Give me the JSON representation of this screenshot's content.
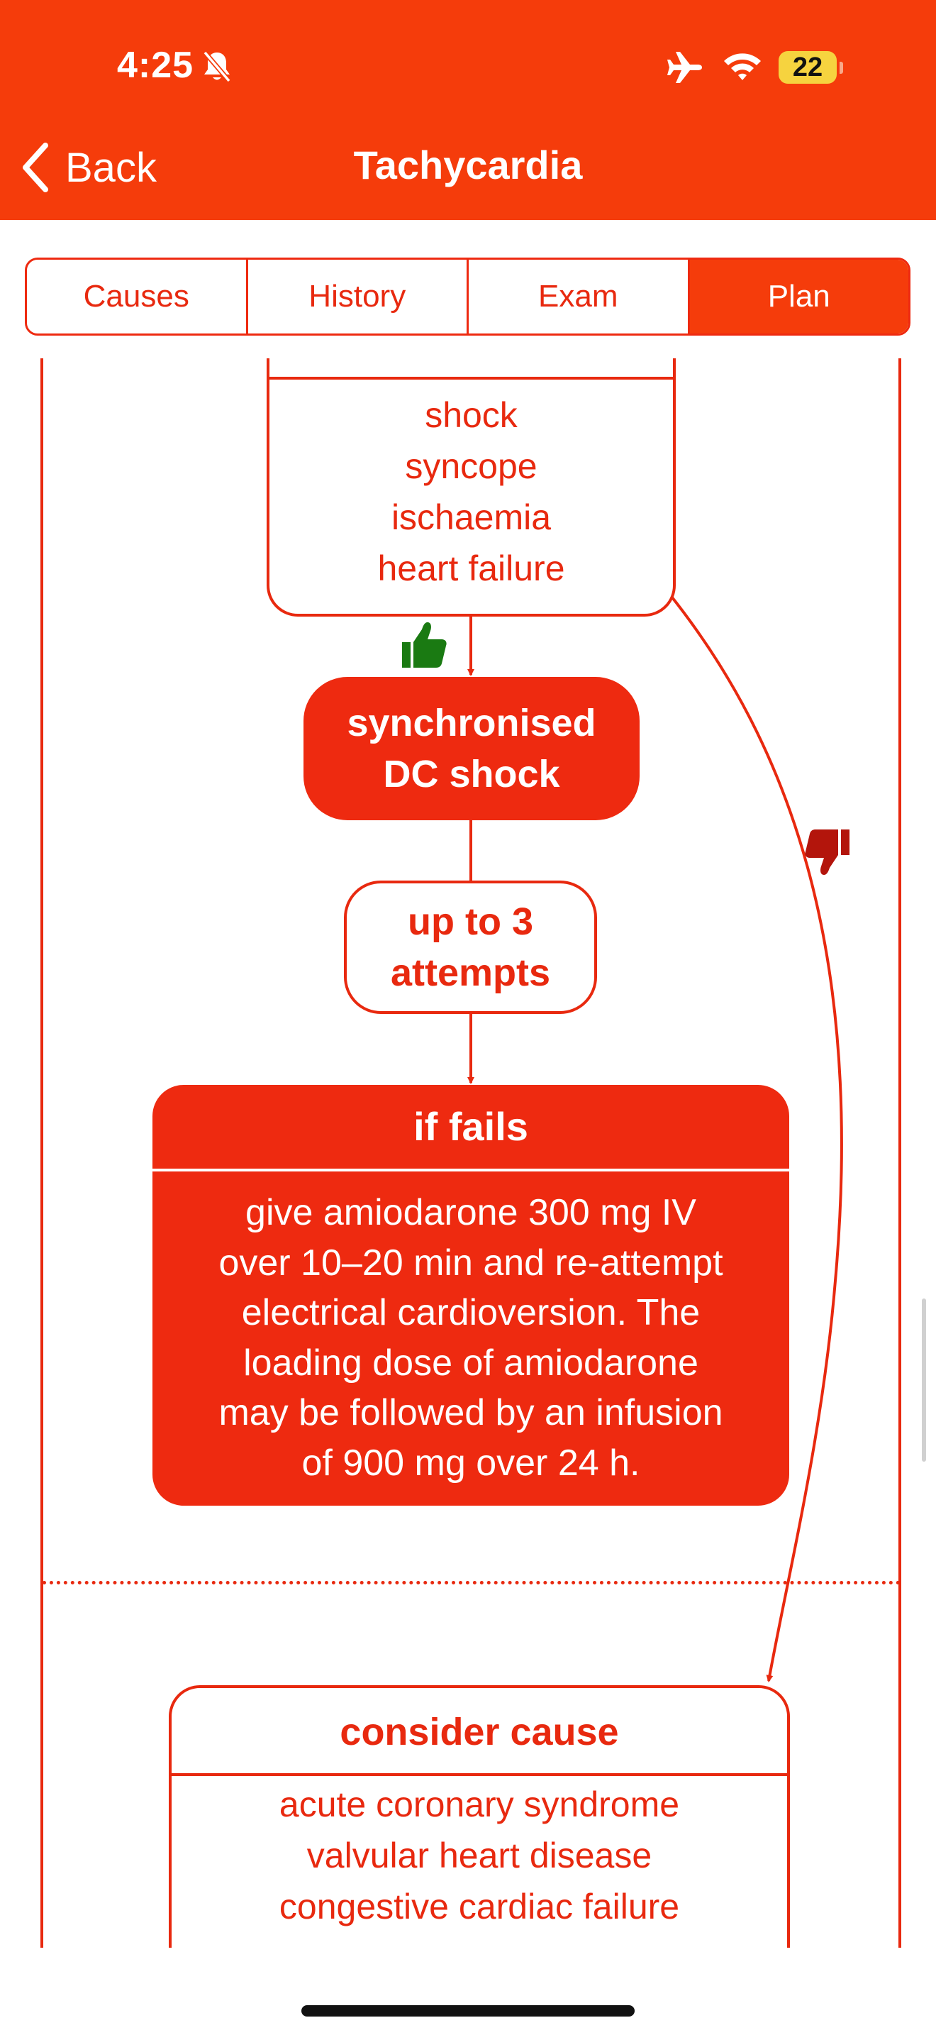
{
  "status_bar": {
    "time": "4:25",
    "battery_level": "22",
    "icons": [
      "bell-slash-icon",
      "airplane-icon",
      "wifi-icon",
      "battery-icon"
    ]
  },
  "nav": {
    "back_label": "Back",
    "title": "Tachycardia"
  },
  "tabs": [
    {
      "label": "Causes",
      "active": false
    },
    {
      "label": "History",
      "active": false
    },
    {
      "label": "Exam",
      "active": false
    },
    {
      "label": "Plan",
      "active": true
    }
  ],
  "flowchart": {
    "adverse_features": {
      "items": [
        "shock",
        "syncope",
        "ischaemia",
        "heart failure"
      ]
    },
    "yes_icon": "thumbs-up-icon",
    "no_icon": "thumbs-down-icon",
    "dc_shock": {
      "line1": "synchronised",
      "line2": "DC shock"
    },
    "attempts": {
      "line1": "up to 3",
      "line2": "attempts"
    },
    "if_fails": {
      "title": "if fails",
      "lines": [
        "give amiodarone 300 mg IV",
        "over 10–20 min and re-attempt",
        "electrical cardioversion. The",
        "loading dose of amiodarone",
        "may be followed by an infusion",
        "of 900 mg over 24 h."
      ]
    },
    "consider_cause": {
      "title": "consider cause",
      "items": [
        "acute coronary syndrome",
        "valvular heart disease",
        "congestive cardiac failure"
      ]
    }
  },
  "colors": {
    "header": "#f53c0b",
    "accent": "#ee2a10",
    "thumb_up": "#1a7a12",
    "thumb_down": "#b3150c"
  }
}
